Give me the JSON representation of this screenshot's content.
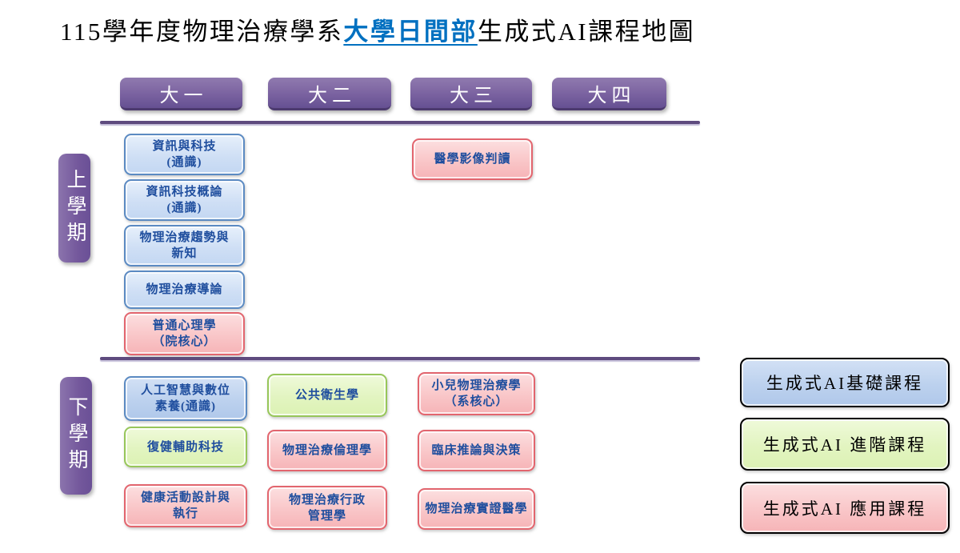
{
  "title": {
    "prefix": "115學年度物理治療學系",
    "highlight": "大學日間部",
    "suffix": "生成式AI課程地圖"
  },
  "year_headers": [
    {
      "label": "大一"
    },
    {
      "label": "大二"
    },
    {
      "label": "大三"
    },
    {
      "label": "大四"
    }
  ],
  "semester_labels": [
    {
      "label": "上學期"
    },
    {
      "label": "下學期"
    }
  ],
  "courses": [
    {
      "lines": [
        "資訊與科技",
        "(通識)"
      ],
      "color": "blue",
      "year": "大一",
      "semester": "上學期"
    },
    {
      "lines": [
        "資訊科技概論",
        "(通識)"
      ],
      "color": "blue",
      "year": "大一",
      "semester": "上學期"
    },
    {
      "lines": [
        "物理治療趨勢與",
        "新知"
      ],
      "color": "blue",
      "year": "大一",
      "semester": "上學期"
    },
    {
      "lines": [
        "物理治療導論"
      ],
      "color": "blue",
      "year": "大一",
      "semester": "上學期"
    },
    {
      "lines": [
        "普通心理學",
        "（院核心）"
      ],
      "color": "pink",
      "year": "大一",
      "semester": "上學期"
    },
    {
      "lines": [
        "醫學影像判讀"
      ],
      "color": "pink",
      "year": "大三",
      "semester": "上學期"
    },
    {
      "lines": [
        "人工智慧與數位",
        "素養(通識)"
      ],
      "color": "blue",
      "year": "大一",
      "semester": "下學期"
    },
    {
      "lines": [
        "復健輔助科技"
      ],
      "color": "green",
      "year": "大一",
      "semester": "下學期"
    },
    {
      "lines": [
        "健康活動設計與",
        "執行"
      ],
      "color": "pink",
      "year": "大一",
      "semester": "下學期"
    },
    {
      "lines": [
        "公共衛生學"
      ],
      "color": "green",
      "year": "大二",
      "semester": "下學期"
    },
    {
      "lines": [
        "物理治療倫理學"
      ],
      "color": "pink",
      "year": "大二",
      "semester": "下學期"
    },
    {
      "lines": [
        "物理治療行政",
        "管理學"
      ],
      "color": "pink",
      "year": "大二",
      "semester": "下學期"
    },
    {
      "lines": [
        "小兒物理治療學",
        "（系核心）"
      ],
      "color": "pink",
      "year": "大三",
      "semester": "下學期"
    },
    {
      "lines": [
        "臨床推論與決策"
      ],
      "color": "pink",
      "year": "大三",
      "semester": "下學期"
    },
    {
      "lines": [
        "物理治療實證醫學"
      ],
      "color": "pink",
      "year": "大三",
      "semester": "下學期"
    }
  ],
  "legend": [
    {
      "label": "生成式AI基礎課程",
      "color": "blue",
      "fill": "#bcd1ee"
    },
    {
      "label": "生成式AI 進階課程",
      "color": "green",
      "fill": "#def3b7"
    },
    {
      "label": "生成式AI 應用課程",
      "color": "pink",
      "fill": "#f8c3c6"
    }
  ],
  "colors": {
    "header_purple": "#74589c",
    "divider_purple": "#5e4b7e",
    "blue_border": "#5b8ac2",
    "green_border": "#97c65a",
    "pink_border": "#e2656e",
    "course_text_blue": "#1f4e9e",
    "title_link_blue": "#0070c0"
  }
}
